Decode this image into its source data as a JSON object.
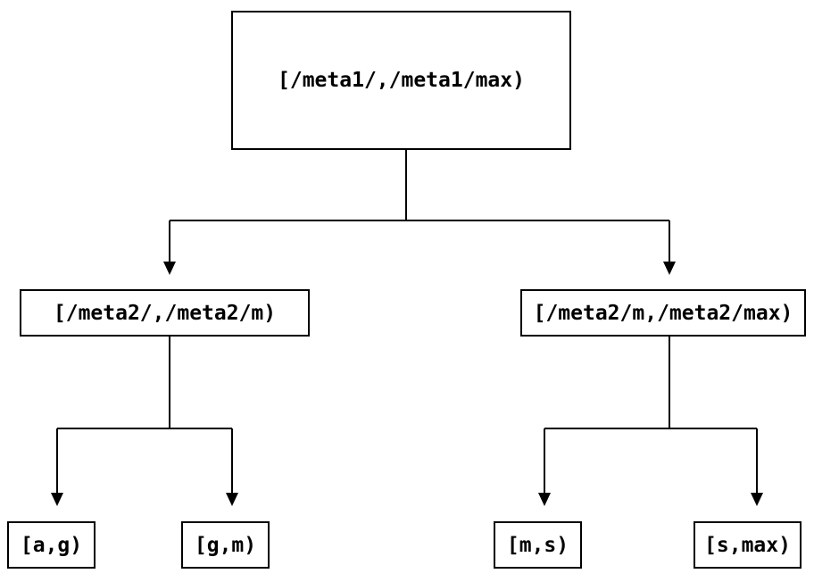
{
  "diagram": {
    "type": "tree",
    "background_color": "#ffffff",
    "node_border_color": "#000000",
    "edge_color": "#000000",
    "text_color": "#000000",
    "nodes": {
      "root": {
        "label": "[/meta1/,/meta1/max)"
      },
      "left": {
        "label": "[/meta2/,/meta2/m)"
      },
      "right": {
        "label": "[/meta2/m,/meta2/max)"
      },
      "leaf_ag": {
        "label": "[a,g)"
      },
      "leaf_gm": {
        "label": "[g,m)"
      },
      "leaf_ms": {
        "label": "[m,s)"
      },
      "leaf_smax": {
        "label": "[s,max)"
      }
    },
    "edges": [
      {
        "from": "root",
        "to": "left"
      },
      {
        "from": "root",
        "to": "right"
      },
      {
        "from": "left",
        "to": "leaf_ag"
      },
      {
        "from": "left",
        "to": "leaf_gm"
      },
      {
        "from": "right",
        "to": "leaf_ms"
      },
      {
        "from": "right",
        "to": "leaf_smax"
      }
    ]
  }
}
